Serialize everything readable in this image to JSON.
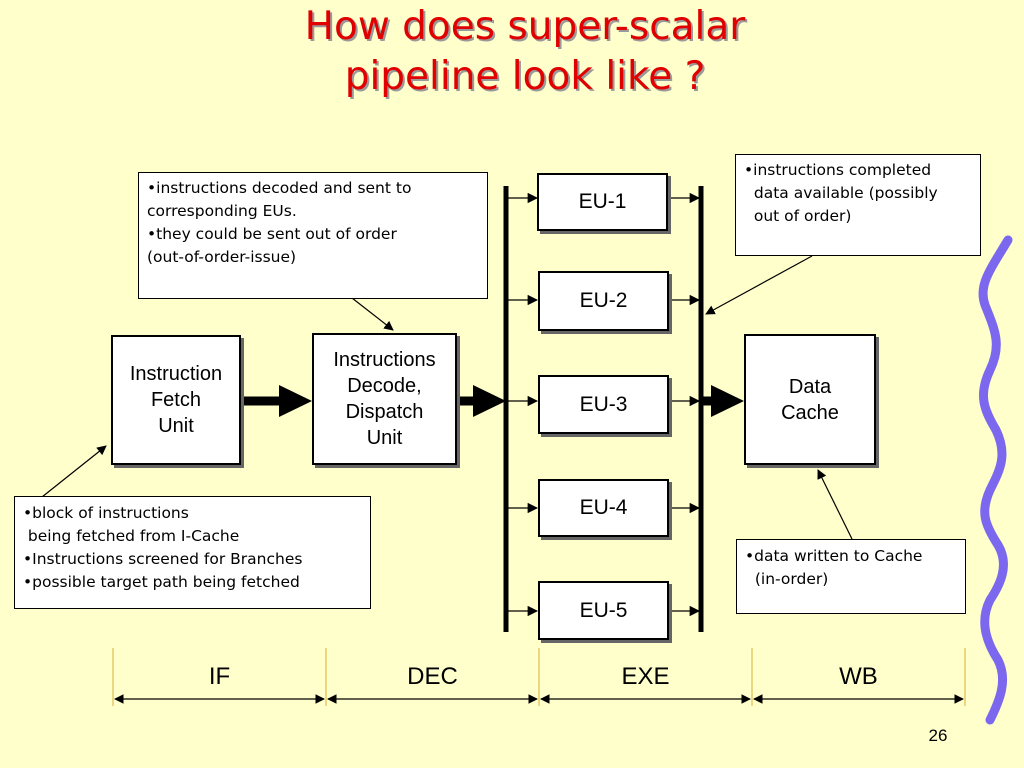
{
  "title": {
    "line1": "How does super-scalar",
    "line2": "pipeline look like ?"
  },
  "units": {
    "fetch": [
      "Instruction",
      "Fetch",
      "Unit"
    ],
    "decode": [
      "Instructions",
      "Decode,",
      "Dispatch",
      "Unit"
    ],
    "cache": [
      "Data",
      "Cache"
    ]
  },
  "execution_units": [
    "EU-1",
    "EU-2",
    "EU-3",
    "EU-4",
    "EU-5"
  ],
  "notes": {
    "decode": [
      "•instructions decoded and sent to",
      "corresponding EUs.",
      "•they could be sent out of order",
      "(out-of-order-issue)"
    ],
    "completed": [
      "•instructions completed",
      "  data available (possibly",
      "  out of order)"
    ],
    "fetch": [
      "•block of instructions",
      " being fetched from I-Cache",
      "•Instructions screened for Branches",
      "•possible target path being fetched"
    ],
    "cache": [
      "•data written to Cache",
      "  (in-order)"
    ]
  },
  "stages": [
    "IF",
    "DEC",
    "EXE",
    "WB"
  ],
  "page_number": "26",
  "colors": {
    "background": "#FFFFCC",
    "title": "#E00000",
    "decoration": "#7B68EE"
  }
}
